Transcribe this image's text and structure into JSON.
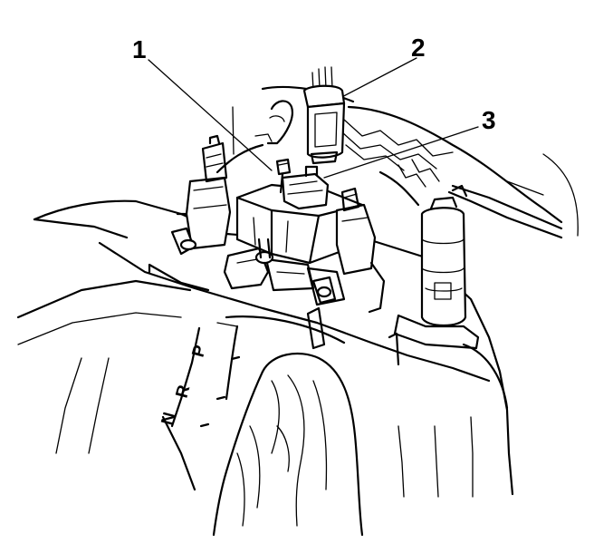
{
  "callouts": [
    {
      "id": "1",
      "label": "1"
    },
    {
      "id": "2",
      "label": "2"
    },
    {
      "id": "3",
      "label": "3"
    }
  ],
  "gear_indicator": [
    "P",
    "R",
    "N"
  ]
}
